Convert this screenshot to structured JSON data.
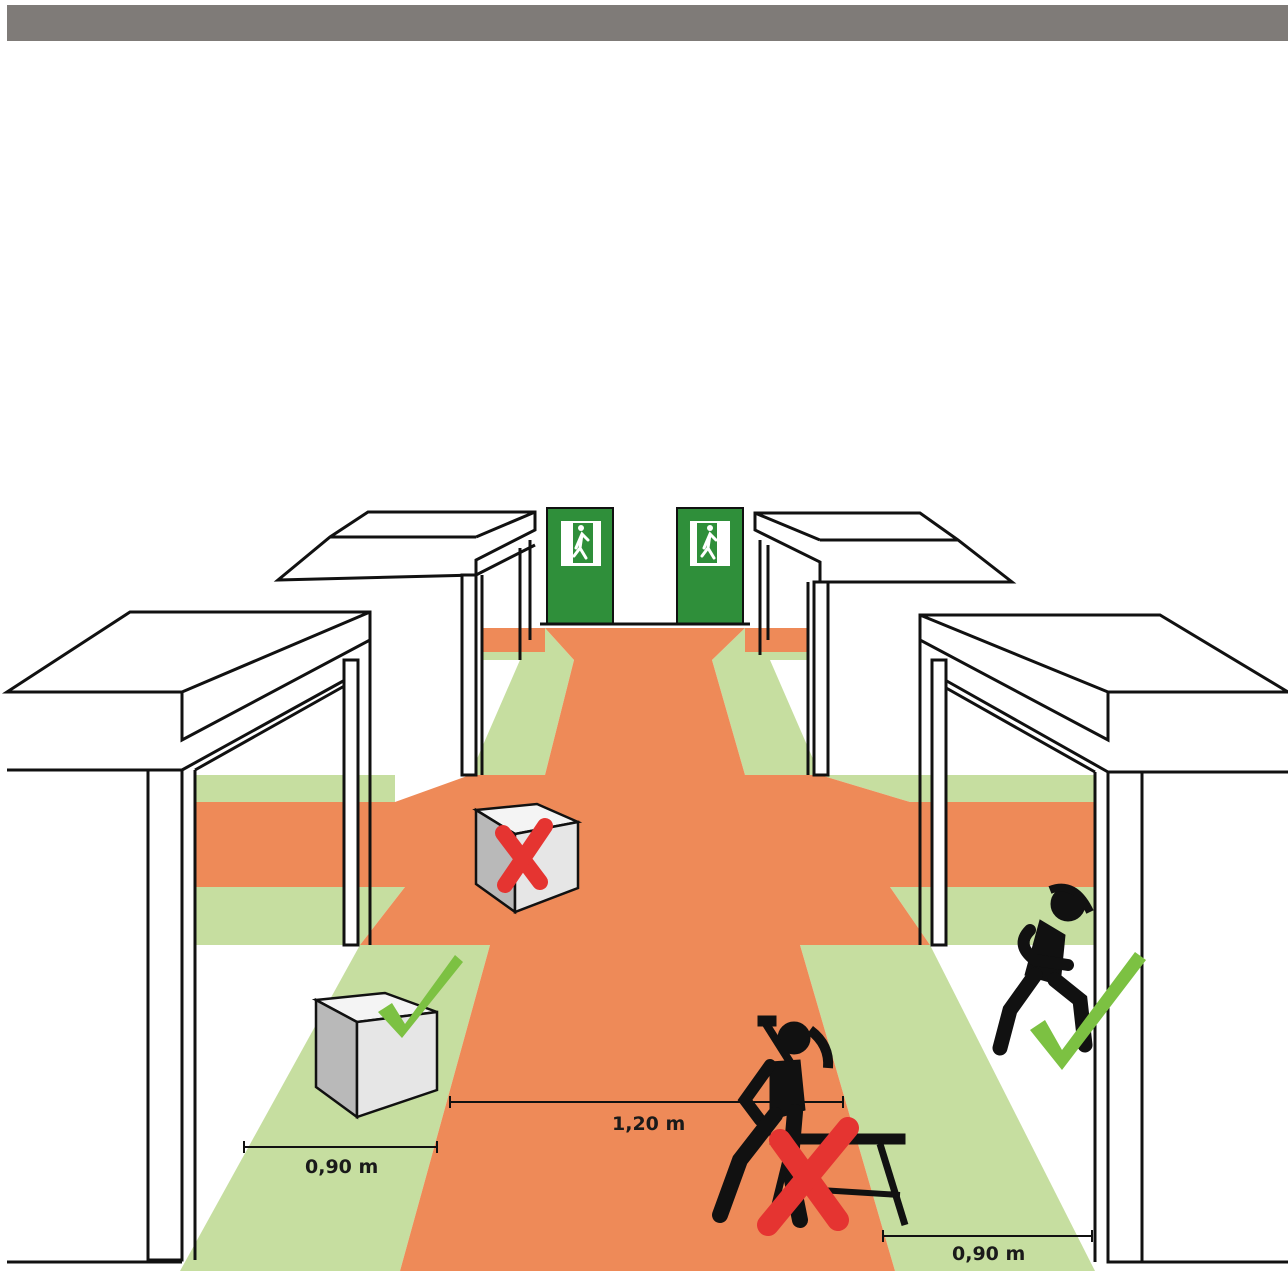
{
  "header_bar": {
    "color": "#7f7b78"
  },
  "colors": {
    "escape_route": "#ee8a58",
    "safe_zone": "#c6dea0",
    "exit_sign": "#2f8f3a",
    "forbidden_mark": "#e53431",
    "allowed_mark": "#7cc142",
    "outline": "#111111"
  },
  "dimensions": {
    "left_side_width": "0,90 m",
    "center_route_width": "1,20 m",
    "right_side_width": "0,90 m"
  },
  "exit_signs": [
    {
      "icon": "running-man-exit-icon"
    },
    {
      "icon": "running-man-exit-icon"
    }
  ],
  "markers": [
    {
      "name": "box-blocking-route",
      "status": "forbidden",
      "icon": "red-cross-icon"
    },
    {
      "name": "box-in-side-zone",
      "status": "allowed",
      "icon": "green-check-icon"
    },
    {
      "name": "worker-in-route",
      "status": "forbidden",
      "icon": "red-cross-icon"
    },
    {
      "name": "worker-in-side-zone",
      "status": "allowed",
      "icon": "green-check-icon"
    }
  ]
}
